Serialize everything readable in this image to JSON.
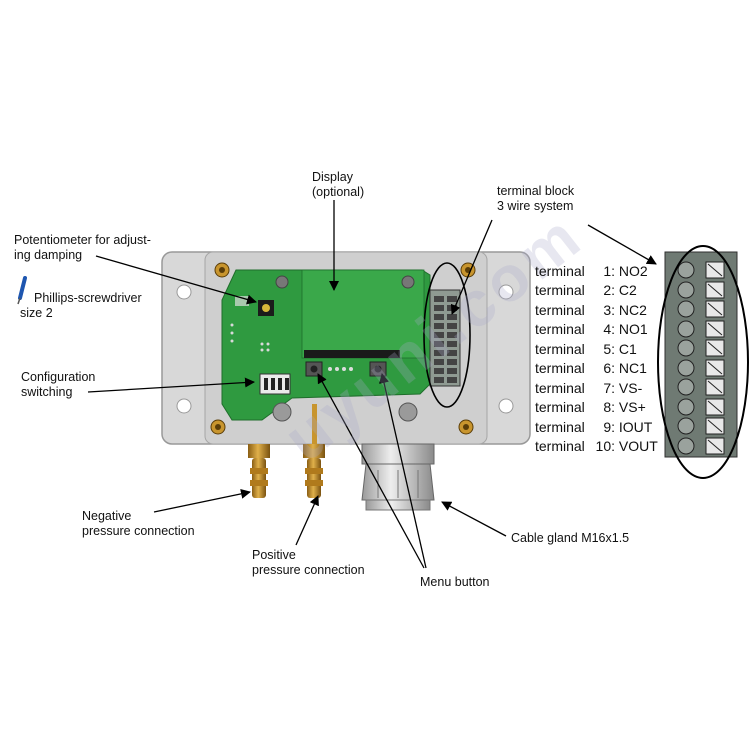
{
  "labels": {
    "display": "Display",
    "display_optional": "(optional)",
    "terminal_block": "terminal block",
    "wire_system": "3 wire system",
    "potentiometer_line1": "Potentiometer for adjust-",
    "potentiometer_line2": "ing damping",
    "screwdriver_line1": "Phillips-screwdriver",
    "screwdriver_line2": "size 2",
    "config_line1": "Configuration",
    "config_line2": "switching",
    "negative_line1": "Negative",
    "negative_line2": "pressure connection",
    "positive_line1": "Positive",
    "positive_line2": "pressure connection",
    "menu_button": "Menu button",
    "cable_gland": "Cable gland M16x1.5"
  },
  "terminals": [
    {
      "word": "terminal",
      "num": "1:",
      "name": "NO2"
    },
    {
      "word": "terminal",
      "num": "2:",
      "name": "C2"
    },
    {
      "word": "terminal",
      "num": "3:",
      "name": "NC2"
    },
    {
      "word": "terminal",
      "num": "4:",
      "name": "NO1"
    },
    {
      "word": "terminal",
      "num": "5:",
      "name": "C1"
    },
    {
      "word": "terminal",
      "num": "6:",
      "name": "NC1"
    },
    {
      "word": "terminal",
      "num": "7:",
      "name": "VS-"
    },
    {
      "word": "terminal",
      "num": "8:",
      "name": "VS+"
    },
    {
      "word": "terminal",
      "num": "9:",
      "name": "IOUT"
    },
    {
      "word": "terminal",
      "num": "10:",
      "name": "VOUT"
    }
  ],
  "watermark": "uyuni.com",
  "colors": {
    "enclosure": "#d9d9d9",
    "pcb": "#2f9a40",
    "pcb_dark": "#237a32",
    "brass": "#c8952e",
    "terminal_block": "#6f7a73"
  }
}
